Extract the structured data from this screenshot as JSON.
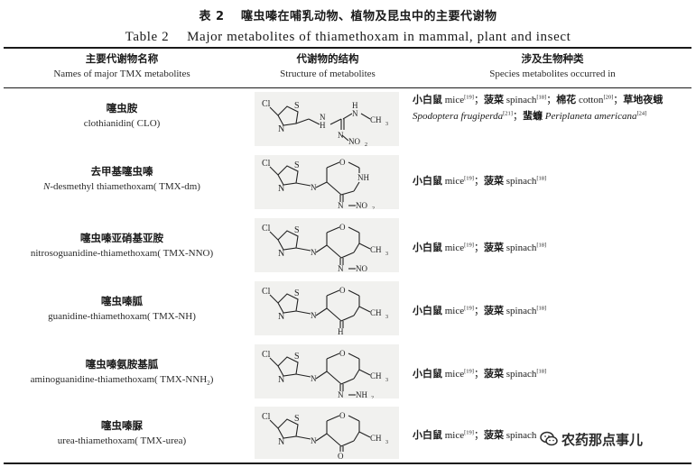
{
  "table": {
    "title_zh": "表 2　 噻虫嗪在哺乳动物、植物及昆虫中的主要代谢物",
    "title_en": "Table 2　 Major metabolites of thiamethoxam in mammal, plant and insect",
    "headers": {
      "names_zh": "主要代谢物名称",
      "names_en": "Names of major TMX metabolites",
      "structure_zh": "代谢物的结构",
      "structure_en": "Structure of metabolites",
      "species_zh": "涉及生物种类",
      "species_en": "Species metabolites occurred in"
    },
    "rows": [
      {
        "name_zh": "噻虫胺",
        "name_en": "clothianidin( CLO)",
        "structure_icon": "clothianidin-structure",
        "species": {
          "mouse_zh": "小白鼠",
          "mouse_en": "mice",
          "mouse_ref": "[19]",
          "spinach_zh": "菠菜",
          "spinach_en": "spinach",
          "spinach_ref": "[18]",
          "cotton_zh": "棉花",
          "cotton_en": "cotton",
          "cotton_ref": "[20]",
          "armyworm_zh": "草地夜蛾",
          "armyworm_en": "Spodoptera frugiperda",
          "armyworm_ref": "[21]",
          "cockroach_zh": "蜚蠊",
          "cockroach_en_1": "Periplaneta",
          "cockroach_en_2": "americana",
          "cockroach_ref": "[24]"
        }
      },
      {
        "name_zh": "去甲基噻虫嗪",
        "name_en_italic": "N",
        "name_en_rest": "-desmethyl thiamethoxam( TMX-dm)",
        "structure_icon": "tmx-dm-structure",
        "species": {
          "mouse_zh": "小白鼠",
          "mouse_en": "mice",
          "mouse_ref": "[19]",
          "spinach_zh": "菠菜",
          "spinach_en": "spinach",
          "spinach_ref": "[18]"
        }
      },
      {
        "name_zh": "噻虫嗪亚硝基亚胺",
        "name_en": "nitrosoguanidine-thiamethoxam( TMX-NNO)",
        "structure_icon": "tmx-nno-structure",
        "species": {
          "mouse_zh": "小白鼠",
          "mouse_en": "mice",
          "mouse_ref": "[19]",
          "spinach_zh": "菠菜",
          "spinach_en": "spinach",
          "spinach_ref": "[18]"
        }
      },
      {
        "name_zh": "噻虫嗪胍",
        "name_en": "guanidine-thiamethoxam( TMX-NH)",
        "structure_icon": "tmx-nh-structure",
        "species": {
          "mouse_zh": "小白鼠",
          "mouse_en": "mice",
          "mouse_ref": "[19]",
          "spinach_zh": "菠菜",
          "spinach_en": "spinach",
          "spinach_ref": "[18]"
        }
      },
      {
        "name_zh": "噻虫嗪氨胺基胍",
        "name_en_main": "aminoguanidine-thiamethoxam( TMX-NNH",
        "name_en_sub": "2",
        "name_en_end": ")",
        "structure_icon": "tmx-nnh2-structure",
        "species": {
          "mouse_zh": "小白鼠",
          "mouse_en": "mice",
          "mouse_ref": "[19]",
          "spinach_zh": "菠菜",
          "spinach_en": "spinach",
          "spinach_ref": "[18]"
        }
      },
      {
        "name_zh": "噻虫嗪脲",
        "name_en": "urea-thiamethoxam( TMX-urea)",
        "structure_icon": "tmx-urea-structure",
        "species": {
          "mouse_zh": "小白鼠",
          "mouse_en": "mice",
          "mouse_ref": "[19]",
          "spinach_zh": "菠菜",
          "spinach_en": "spinach",
          "spinach_ref": ""
        }
      }
    ],
    "separator": "；"
  },
  "structure_labels": {
    "cl": "Cl",
    "s": "S",
    "n": "N",
    "nh": "NH",
    "h": "H",
    "o": "O",
    "ch3": "CH",
    "three": "3",
    "no2": "NO",
    "two": "2",
    "nh2": "NH",
    "no": "NO",
    "carbonyl_o": "O",
    "hn": "H"
  },
  "watermark": {
    "text": "农药那点事儿",
    "icon": "wechat-logo-icon"
  }
}
